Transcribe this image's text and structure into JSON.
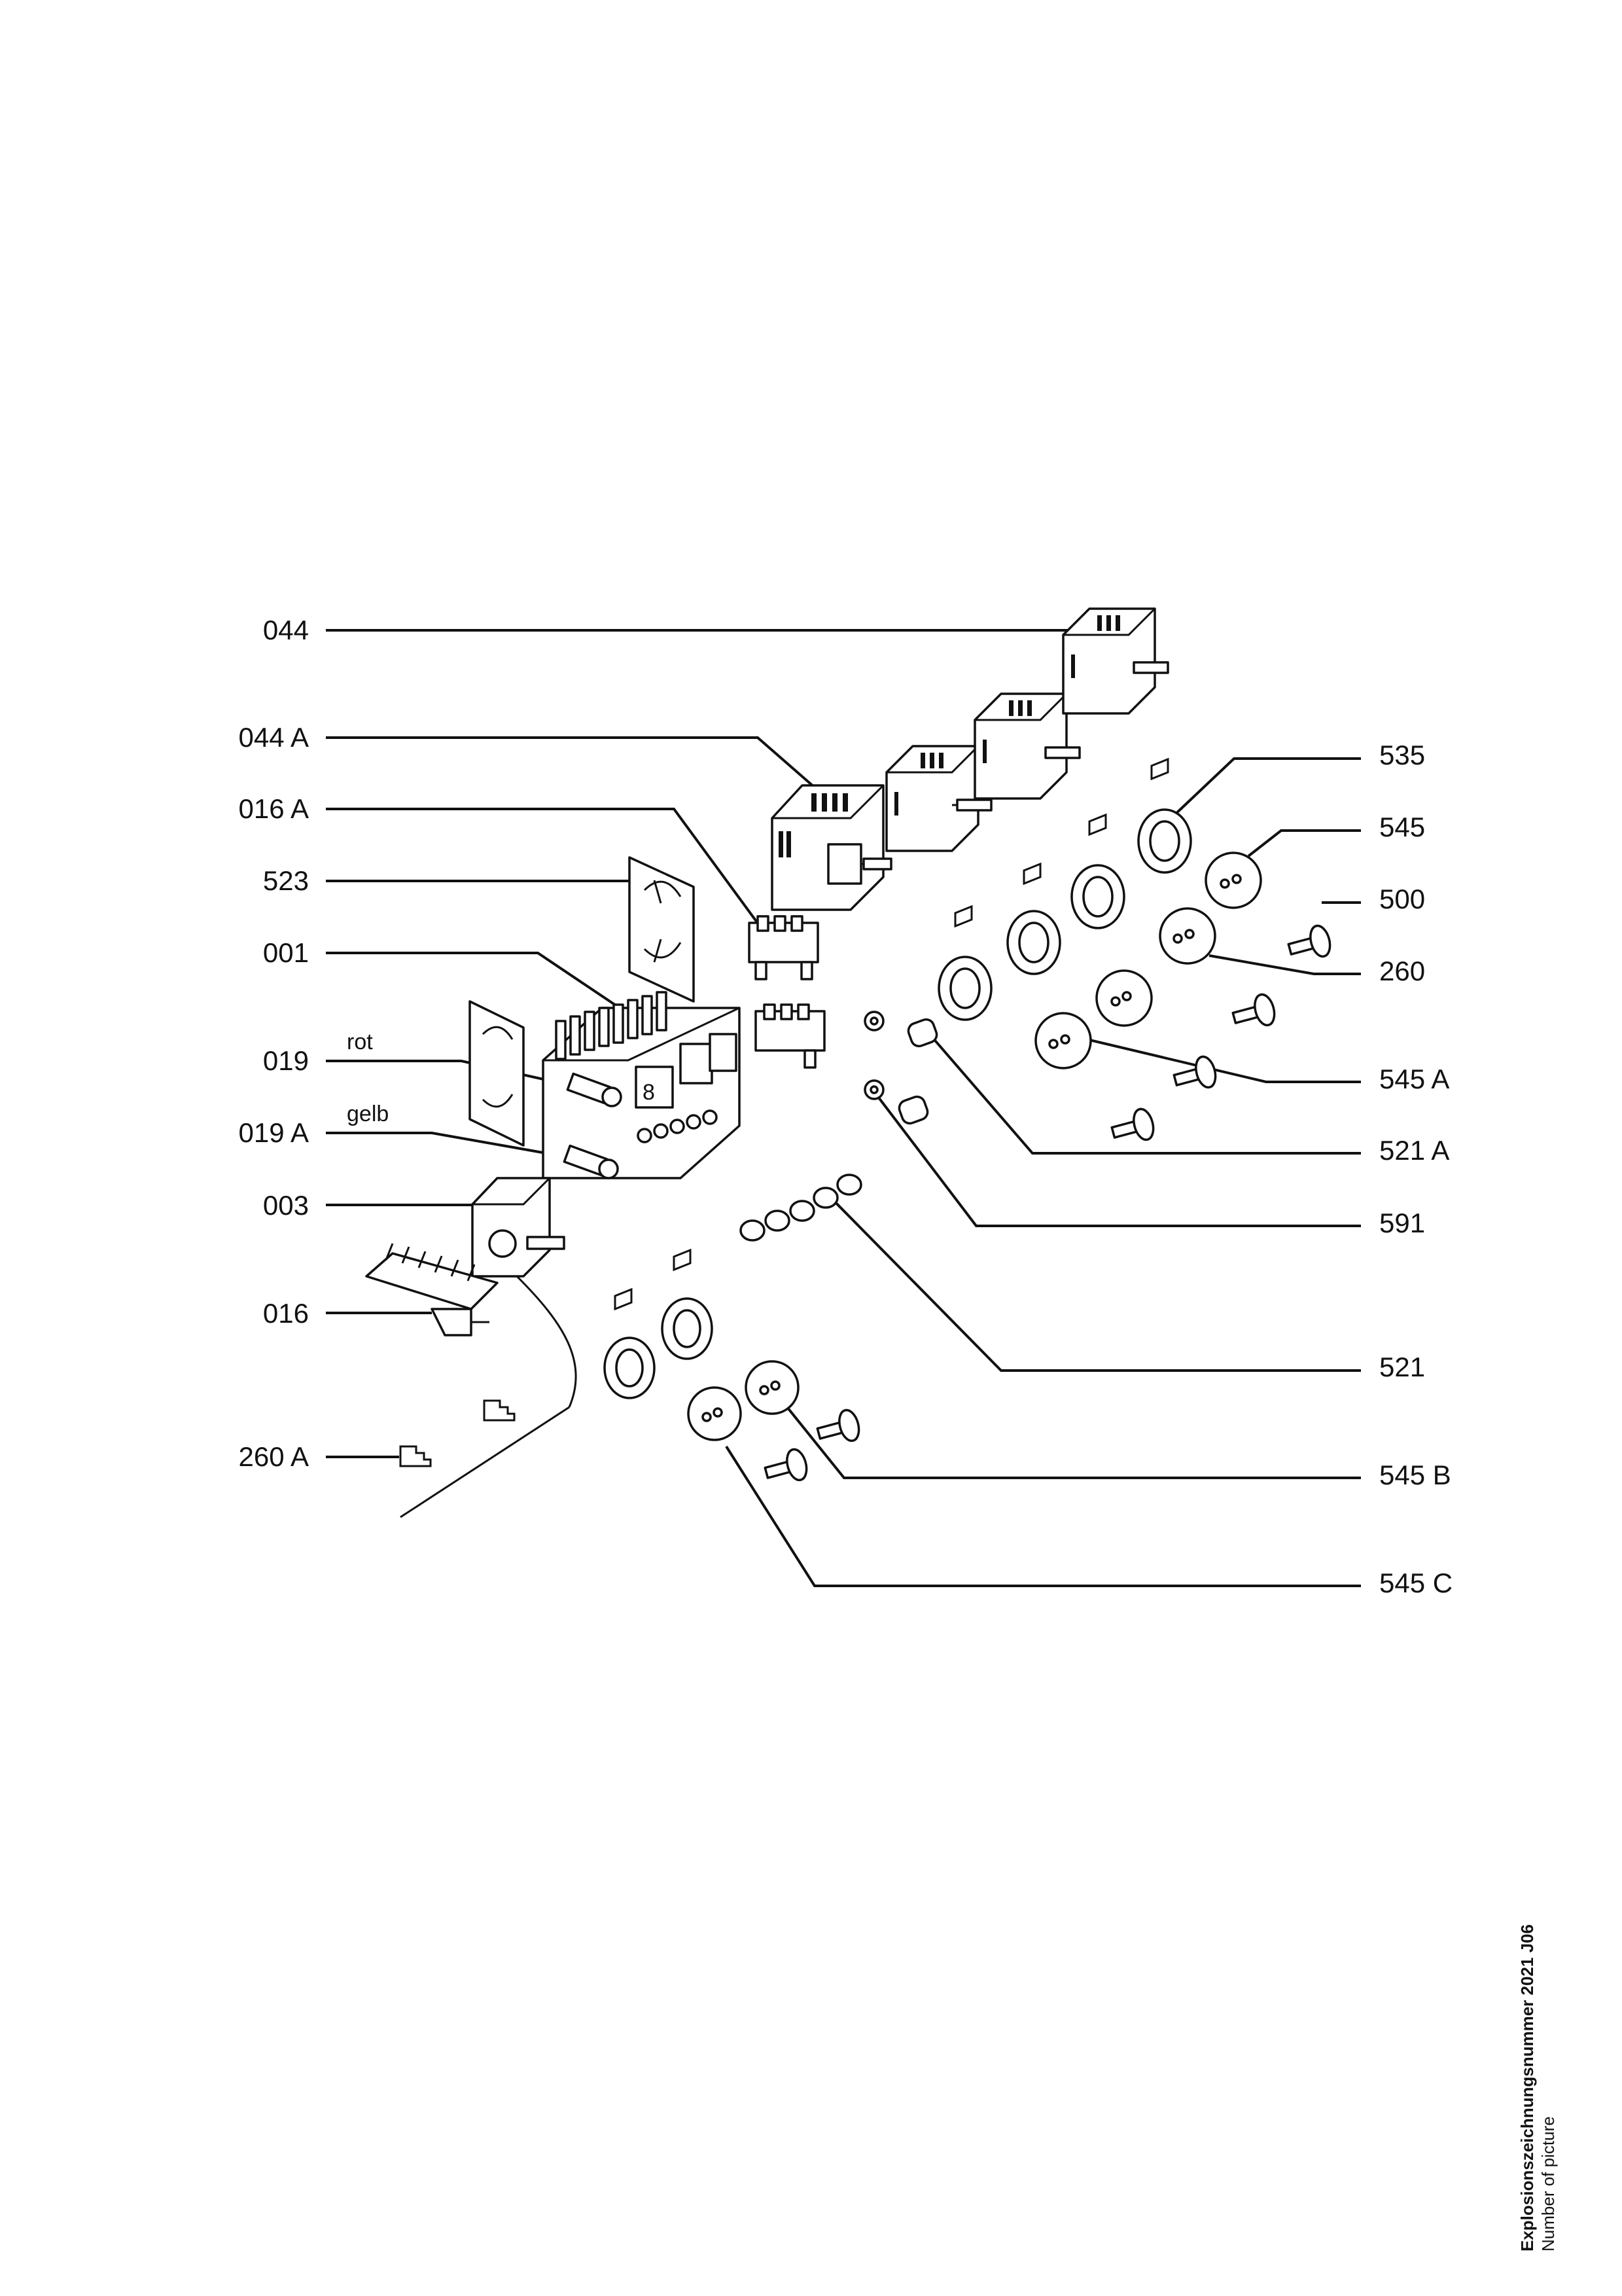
{
  "labels": {
    "l044": "044",
    "l044a": "044 A",
    "l016a": "016 A",
    "l523": "523",
    "l001": "001",
    "l019": "019",
    "l019a": "019 A",
    "l003": "003",
    "l016": "016",
    "l260a": "260 A",
    "r535": "535",
    "r545": "545",
    "r500": "500",
    "r260": "260",
    "r545a": "545 A",
    "r521a": "521 A",
    "r591": "591",
    "r521": "521",
    "r545b": "545 B",
    "r545c": "545 C",
    "rot": "rot",
    "gelb": "gelb"
  },
  "footer": {
    "title": "Explosionszeichnungsnummer  2021  J06",
    "subtitle": "Number of picture"
  }
}
